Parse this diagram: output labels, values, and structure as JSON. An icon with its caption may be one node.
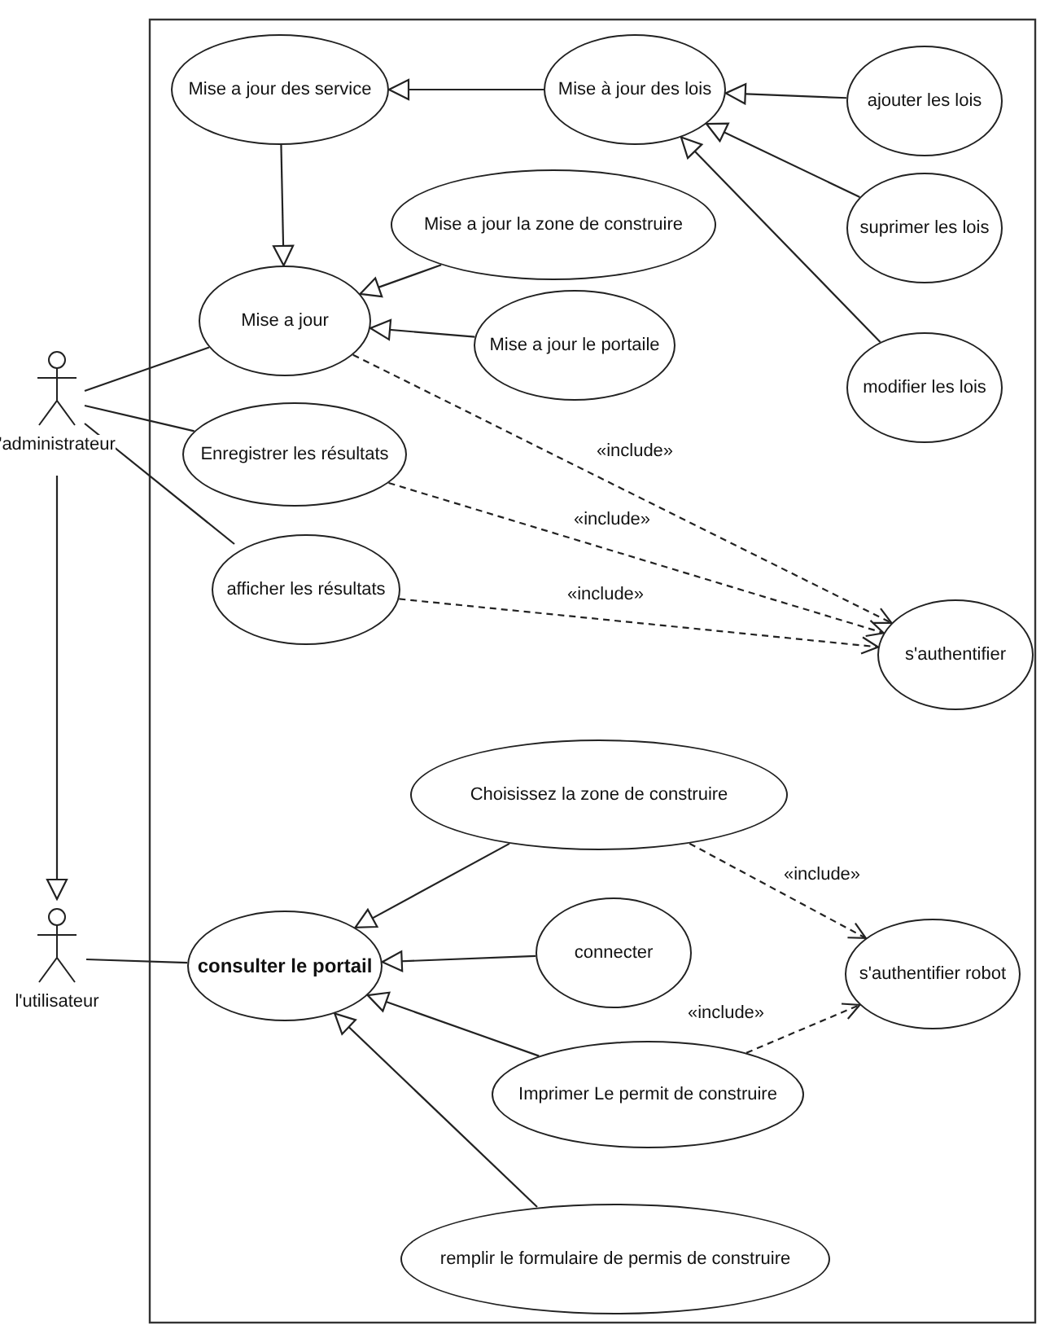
{
  "diagram": {
    "nodes": [
      {
        "text": [
          "Mise a jour des service"
        ]
      },
      {
        "text": [
          "Mise à jour des lois"
        ]
      },
      {
        "text": [
          "ajouter les lois"
        ]
      },
      {
        "text": [
          "suprimer les lois"
        ]
      },
      {
        "text": [
          "modifier les lois"
        ]
      },
      {
        "text": [
          "Mise a jour la zone de construire"
        ]
      },
      {
        "text": [
          "Mise a jour"
        ]
      },
      {
        "text": [
          "Mise a jour le portaile"
        ]
      },
      {
        "text": [
          "'administrateur"
        ]
      },
      {
        "text": [
          "Enregistrer les résultats"
        ]
      },
      {
        "text": [
          "afficher les résultats"
        ]
      },
      {
        "text": [
          "s'authentifier"
        ]
      },
      {
        "text": [
          "Choisissez la zone de construire"
        ]
      },
      {
        "text": [
          "l'utilisateur"
        ]
      },
      {
        "text": [
          "consulter le portail"
        ]
      },
      {
        "text": [
          "connecter"
        ]
      },
      {
        "text": [
          "s'authentifier robot"
        ]
      },
      {
        "text": [
          "Imprimer  Le permit de construire"
        ]
      },
      {
        "text": [
          "remplir le formulaire de permis de construire"
        ]
      }
    ],
    "edges": [
      {
        "from": 1,
        "to": 0,
        "arrow": "to"
      },
      {
        "from": 0,
        "to": 6,
        "arrow": "to"
      },
      {
        "from": 2,
        "to": 1,
        "arrow": "to"
      },
      {
        "from": 3,
        "to": 1,
        "arrow": "to"
      },
      {
        "from": 4,
        "to": 1,
        "arrow": "to"
      },
      {
        "from": 5,
        "to": 6,
        "arrow": "to"
      },
      {
        "from": 7,
        "to": 6,
        "arrow": "to"
      },
      {
        "from": 8,
        "to": 6,
        "arrow": "none"
      },
      {
        "from": 8,
        "to": 9,
        "arrow": "none"
      },
      {
        "from": 8,
        "to": 10,
        "arrow": "none"
      },
      {
        "from": 6,
        "to": 11,
        "arrow": "to",
        "label": "«include»",
        "style": "dashed"
      },
      {
        "from": 9,
        "to": 11,
        "arrow": "to",
        "label": "«include»",
        "style": "dashed"
      },
      {
        "from": 10,
        "to": 11,
        "arrow": "to",
        "label": "«include»",
        "style": "dashed"
      },
      {
        "from": 8,
        "to": 13,
        "arrow": "to"
      },
      {
        "from": 13,
        "to": 14,
        "arrow": "none"
      },
      {
        "from": 12,
        "to": 14,
        "arrow": "to"
      },
      {
        "from": 15,
        "to": 14,
        "arrow": "to"
      },
      {
        "from": 17,
        "to": 14,
        "arrow": "to"
      },
      {
        "from": 18,
        "to": 14,
        "arrow": "to"
      },
      {
        "from": 12,
        "to": 16,
        "arrow": "to",
        "label": "«include»",
        "style": "dashed"
      },
      {
        "from": 17,
        "to": 16,
        "arrow": "to",
        "label": "«include»",
        "style": "dashed"
      }
    ]
  }
}
